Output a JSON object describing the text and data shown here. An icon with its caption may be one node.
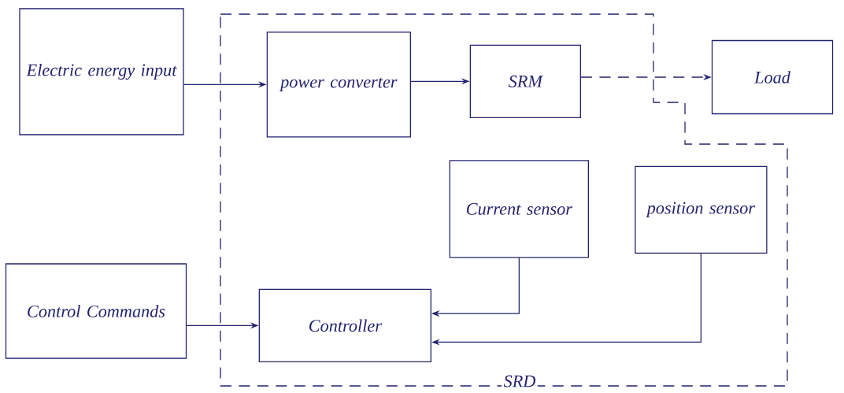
{
  "diagram": {
    "nodes": [
      {
        "text": [
          "SRD"
        ]
      },
      {
        "text": [
          "Electric energy input"
        ]
      },
      {
        "text": [
          "power converter"
        ],
        "in": 0
      },
      {
        "text": [
          "SRM"
        ],
        "in": 0
      },
      {
        "text": [
          "Load"
        ]
      },
      {
        "text": [
          "Current sensor"
        ],
        "in": 0
      },
      {
        "text": [
          "position sensor"
        ],
        "in": 0
      },
      {
        "text": [
          "Control Commands"
        ]
      },
      {
        "text": [
          "Controller"
        ],
        "in": 0
      }
    ],
    "edges": [
      {
        "from": 1,
        "to": 2,
        "arrow": "to"
      },
      {
        "from": 2,
        "to": 3,
        "arrow": "to"
      },
      {
        "from": 3,
        "to": 4,
        "arrow": "to",
        "style": "dashed"
      },
      {
        "from": 7,
        "to": 8,
        "arrow": "to"
      },
      {
        "from": 5,
        "to": 8,
        "arrow": "to"
      },
      {
        "from": 6,
        "to": 8,
        "arrow": "to"
      }
    ]
  }
}
